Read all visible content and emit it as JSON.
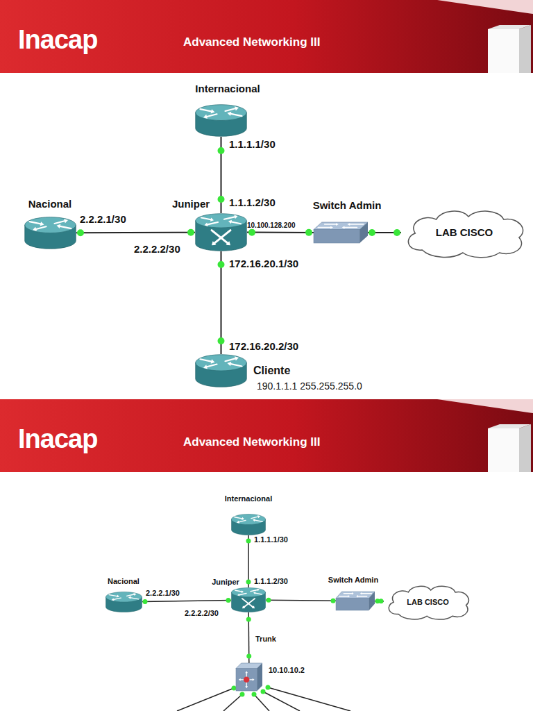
{
  "diagram": {
    "title": "Advanced Networking III",
    "nodes": [
      {
        "text": [
          "Internacional"
        ]
      },
      {
        "text": [
          "Nacional"
        ]
      },
      {
        "text": [
          "Juniper"
        ]
      },
      {
        "text": [
          "Switch Admin"
        ]
      },
      {
        "text": [
          "LAB CISCO"
        ]
      },
      {
        "text": [
          "Cliente",
          "190.1.1.1 255.255.255.0"
        ]
      },
      {
        "text": [
          "Internacional"
        ]
      },
      {
        "text": [
          "Nacional"
        ]
      },
      {
        "text": [
          "Juniper"
        ]
      },
      {
        "text": [
          "Switch Admin"
        ]
      },
      {
        "text": [
          "LAB CISCO"
        ]
      },
      {
        "text": [
          "10.10.10.2"
        ]
      }
    ],
    "edges": [
      {
        "from": 0,
        "to": 2,
        "arrow": "none"
      },
      {
        "from": 1,
        "to": 2,
        "arrow": "none"
      },
      {
        "from": 2,
        "to": 3,
        "label": "10.100.128.200",
        "arrow": "none"
      },
      {
        "from": 3,
        "to": 4,
        "arrow": "none"
      },
      {
        "from": 2,
        "to": 5,
        "arrow": "none"
      },
      {
        "from": 6,
        "to": 8,
        "arrow": "none"
      },
      {
        "from": 7,
        "to": 8,
        "arrow": "none"
      },
      {
        "from": 8,
        "to": 9,
        "arrow": "none"
      },
      {
        "from": 9,
        "to": 10,
        "arrow": "none"
      },
      {
        "from": 8,
        "to": 11,
        "label": "Trunk",
        "arrow": "none"
      }
    ],
    "labels": [
      "Inacap",
      "1.1.1.1/30",
      "1.1.1.2/30",
      "2.2.2.1/30",
      "2.2.2.2/30",
      "172.16.20.1/30",
      "172.16.20.2/30",
      "Inacap",
      "Advanced Networking III",
      "1.1.1.1/30",
      "1.1.1.2/30",
      "2.2.2.1/30",
      "2.2.2.2/30"
    ]
  }
}
